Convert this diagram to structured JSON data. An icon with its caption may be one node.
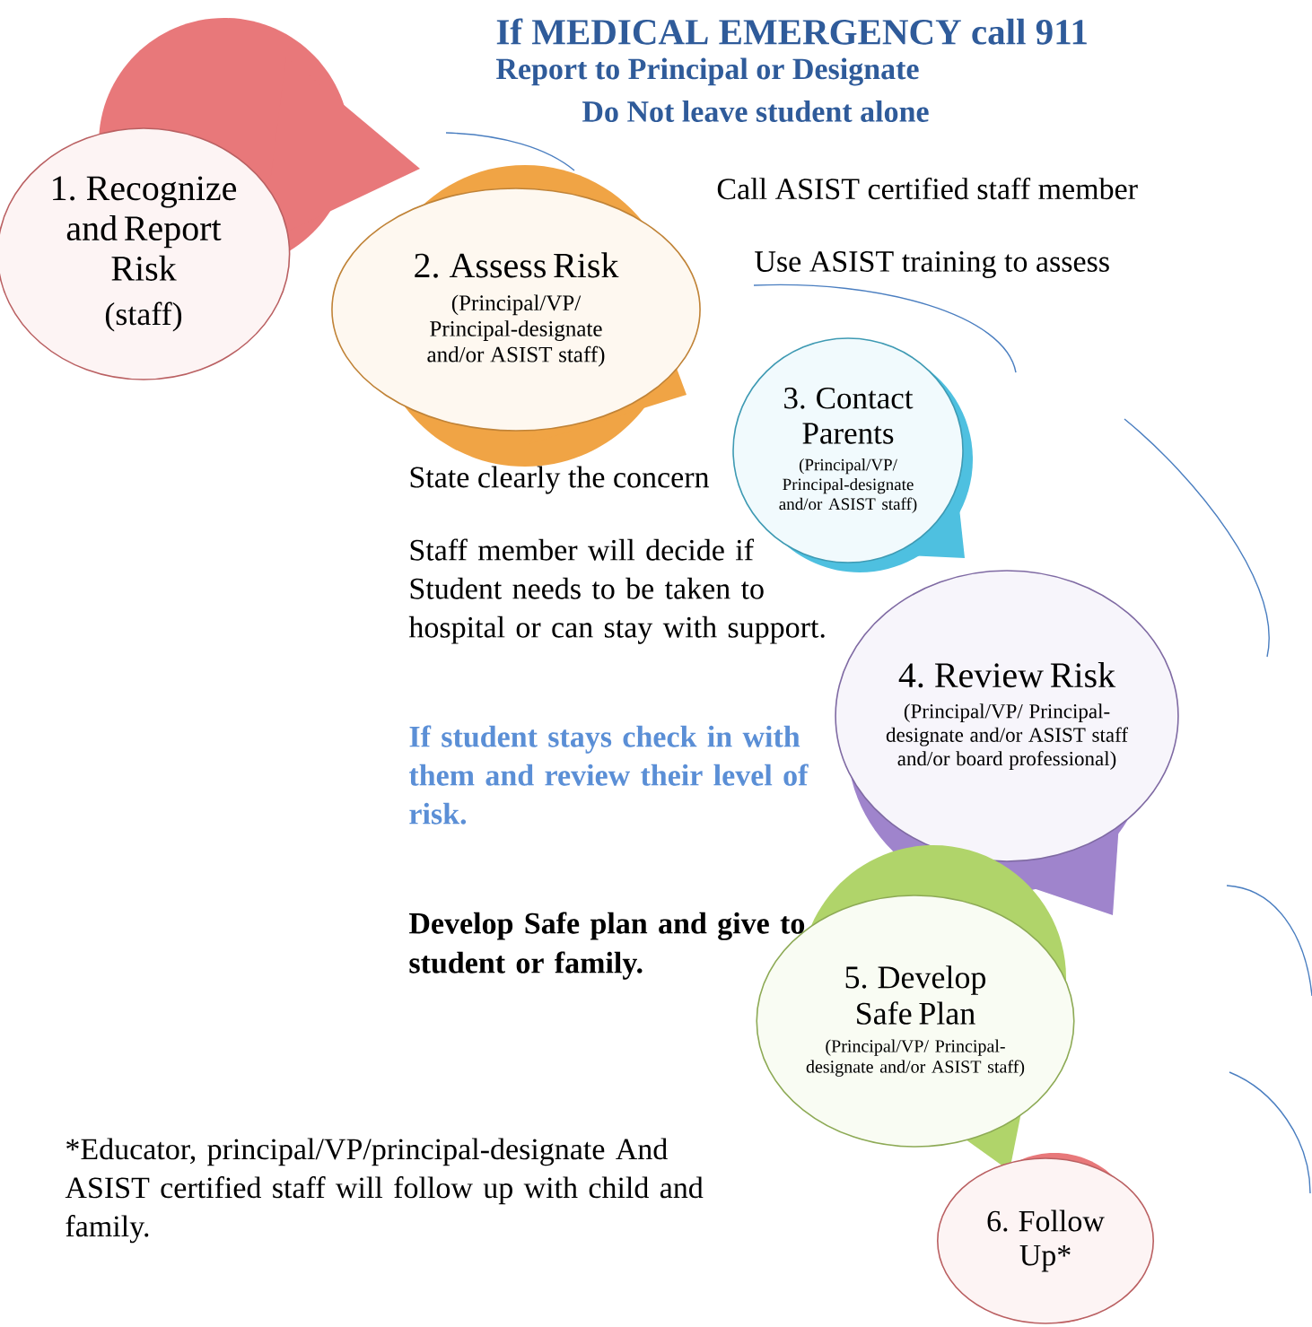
{
  "diagram": {
    "title": "If MEDICAL EMERGENCY call 911",
    "nodes": [
      {
        "text": [
          "1. Recognize and Report Risk",
          "(staff)"
        ]
      },
      {
        "text": [
          "2. Assess Risk",
          "(Principal/VP/ Principal-designate and/or ASIST staff)"
        ]
      },
      {
        "text": [
          "3. Contact Parents",
          "(Principal/VP/ Principal-designate and/or ASIST staff)"
        ]
      },
      {
        "text": [
          "4. Review Risk",
          "(Principal/VP/ Principal-designate and/or ASIST staff and/or board professional)"
        ]
      },
      {
        "text": [
          "5. Develop Safe Plan",
          "(Principal/VP/ Principal-designate and/or ASIST staff)"
        ]
      },
      {
        "text": [
          "6. Follow Up*"
        ]
      }
    ],
    "labels": [
      "Report to Principal or Designate",
      "Do Not leave student alone",
      "Call ASIST certified staff member",
      "Use ASIST training to assess",
      "State clearly the concern",
      "Staff member will decide if Student needs to be taken to hospital or can stay with support.",
      "If student stays check in with them and review their level of risk.",
      "Develop Safe plan and give to student or family.",
      "*Educator, principal/VP/principal-designate And ASIST certified staff will follow up with child and family."
    ]
  }
}
